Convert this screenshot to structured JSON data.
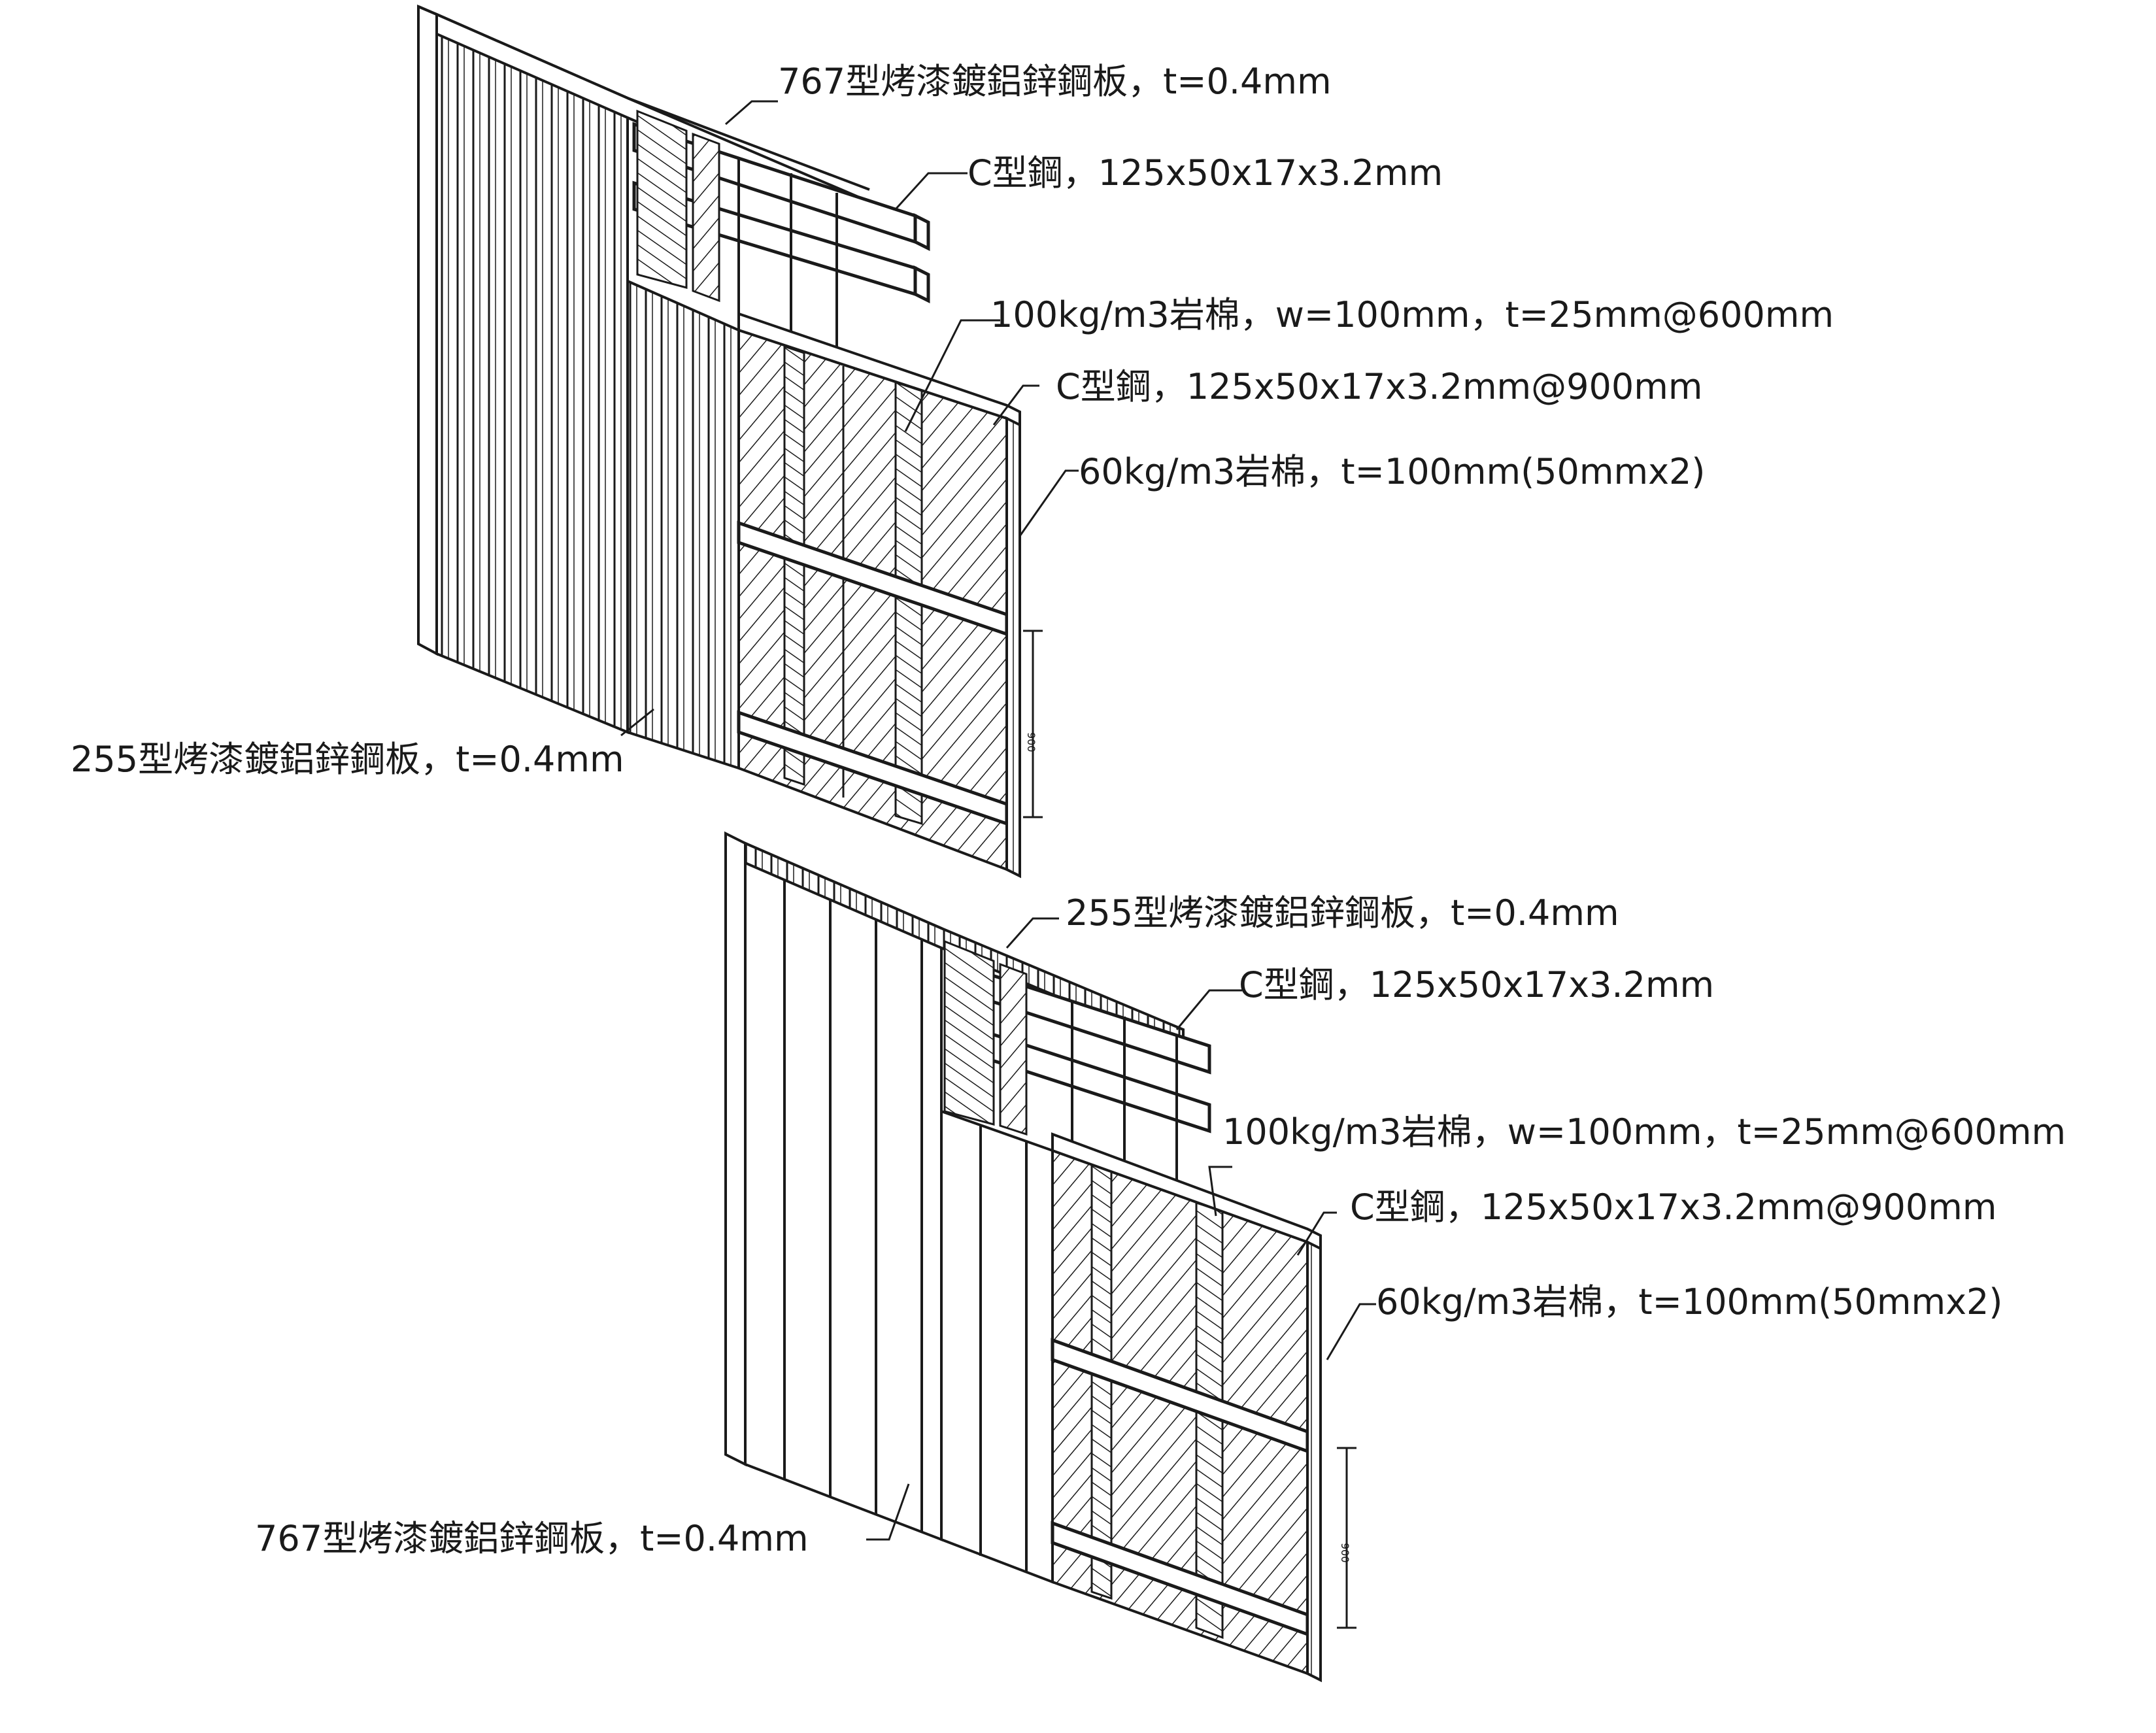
{
  "diagram": {
    "upper_assembly": {
      "labels": {
        "top_panel": "767型烤漆鍍鋁鋅鋼板，t=0.4mm",
        "girt_top": "C型鋼，125x50x17x3.2mm",
        "dense_wool": "100kg/m3岩棉，w=100mm，t=25mm@600mm",
        "girt_main": "C型鋼，125x50x17x3.2mm@900mm",
        "wool": "60kg/m3岩棉，t=100mm(50mmx2)",
        "outer_panel": "255型烤漆鍍鋁鋅鋼板，t=0.4mm"
      },
      "dimension": "900"
    },
    "lower_assembly": {
      "labels": {
        "top_panel": "255型烤漆鍍鋁鋅鋼板，t=0.4mm",
        "girt_top": "C型鋼，125x50x17x3.2mm",
        "dense_wool": "100kg/m3岩棉，w=100mm，t=25mm@600mm",
        "girt_main": "C型鋼，125x50x17x3.2mm@900mm",
        "wool": "60kg/m3岩棉，t=100mm(50mmx2)",
        "outer_panel": "767型烤漆鍍鋁鋅鋼板，t=0.4mm"
      },
      "dimension": "900"
    }
  }
}
